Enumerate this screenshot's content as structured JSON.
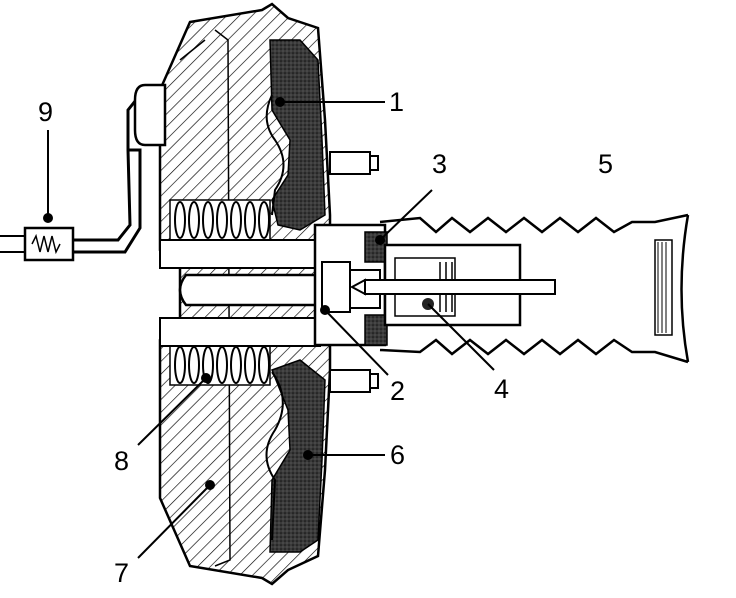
{
  "colors": {
    "line": "#000000",
    "background": "#ffffff",
    "hatch_fill": "#ffffff",
    "dark_fill": "#2b2b2b",
    "mid_fill": "#d9d9d9"
  },
  "callouts": [
    {
      "id": "c1",
      "label": "1"
    },
    {
      "id": "c2",
      "label": "2"
    },
    {
      "id": "c3",
      "label": "3"
    },
    {
      "id": "c4",
      "label": "4"
    },
    {
      "id": "c5",
      "label": "5"
    },
    {
      "id": "c6",
      "label": "6"
    },
    {
      "id": "c7",
      "label": "7"
    },
    {
      "id": "c8",
      "label": "8"
    },
    {
      "id": "c9",
      "label": "9"
    }
  ]
}
